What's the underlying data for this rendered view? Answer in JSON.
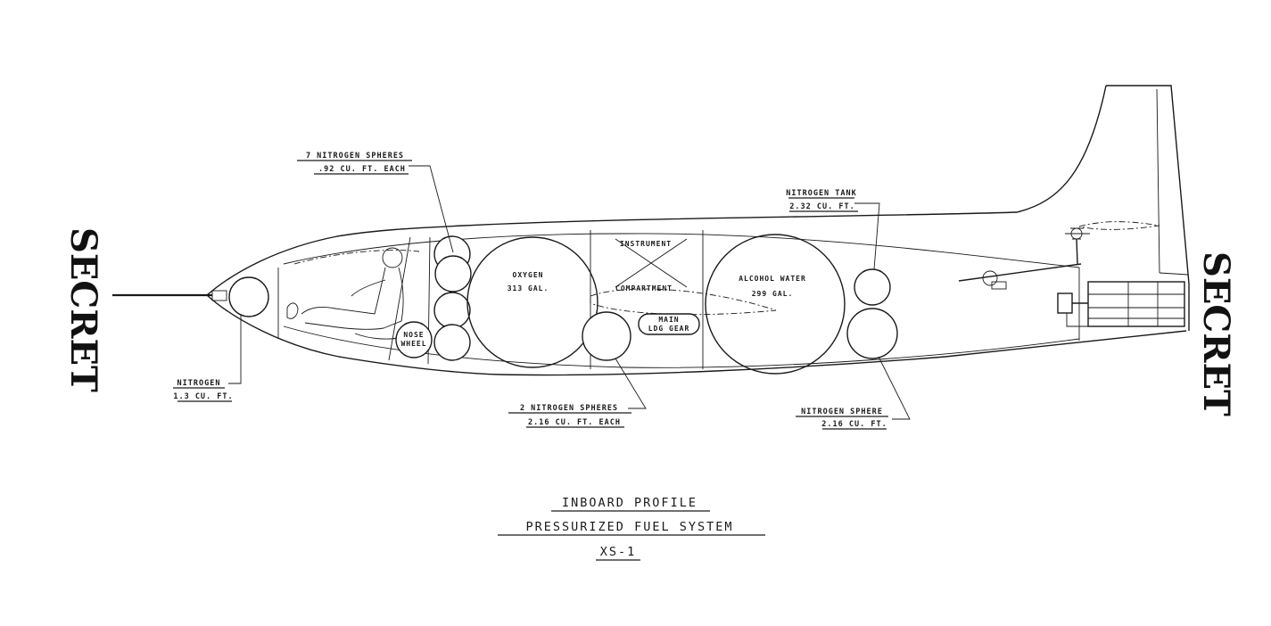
{
  "stamps": {
    "left": "SECRET",
    "right": "SECRET"
  },
  "callouts": {
    "nitrogen_spheres_7": {
      "line1": "7 NITROGEN SPHERES",
      "line2": ".92 CU. FT. EACH"
    },
    "nitrogen_nose": {
      "line1": "NITROGEN",
      "line2": "1.3 CU. FT."
    },
    "nitrogen_spheres_2": {
      "line1": "2 NITROGEN SPHERES",
      "line2": "2.16 CU. FT. EACH"
    },
    "nitrogen_tank": {
      "line1": "NITROGEN TANK",
      "line2": "2.32 CU. FT."
    },
    "nitrogen_sphere": {
      "line1": "NITROGEN SPHERE",
      "line2": "2.16 CU. FT."
    }
  },
  "compartments": {
    "oxygen": {
      "name": "OXYGEN",
      "capacity": "313 GAL."
    },
    "instrument": "INSTRUMENT",
    "compartment": "COMPARTMENT",
    "alcohol_water": {
      "name": "ALCOHOL WATER",
      "capacity": "299 GAL."
    },
    "nose_wheel": {
      "line1": "NOSE",
      "line2": "WHEEL"
    },
    "main_gear": {
      "line1": "MAIN",
      "line2": "LDG GEAR"
    }
  },
  "title_block": {
    "line1": "INBOARD PROFILE",
    "line2": "PRESSURIZED FUEL SYSTEM",
    "line3": "XS-1"
  }
}
